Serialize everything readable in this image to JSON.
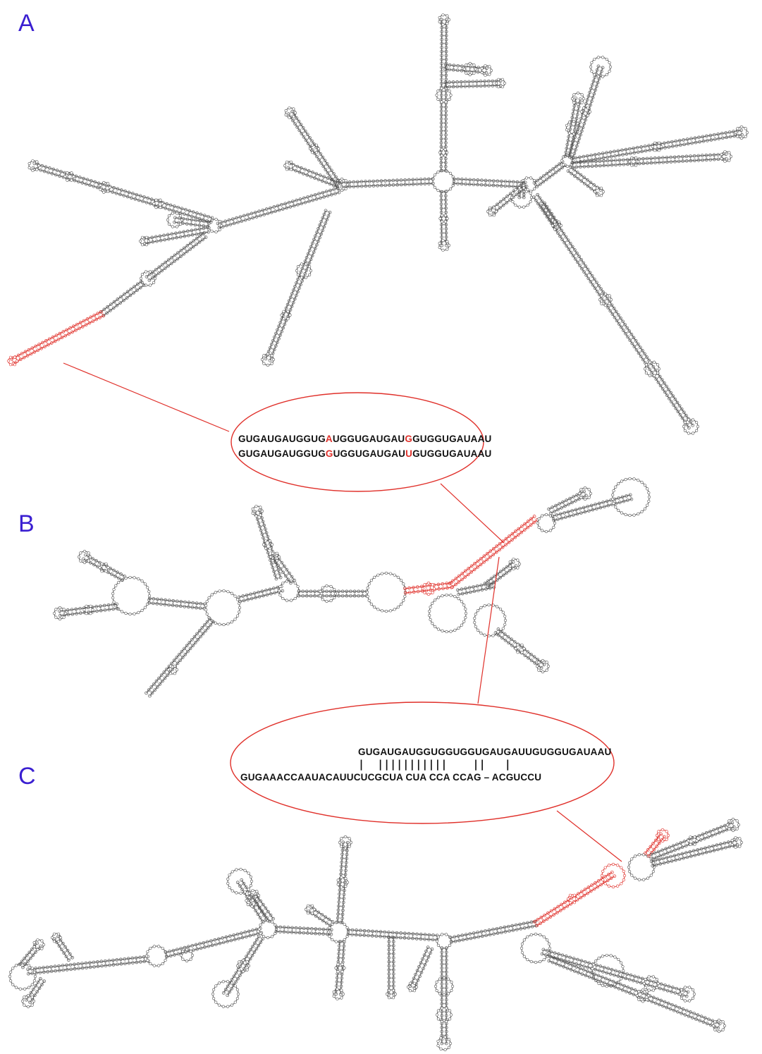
{
  "panels": {
    "a": "A",
    "b": "B",
    "c": "C"
  },
  "callout_1": {
    "line_1": [
      "GUGAUGAUGGUG",
      "A",
      "UGGUGAUGAU",
      "G",
      "GUGGUGAUAAU"
    ],
    "line_2": [
      "GUGAUGAUGGUG",
      "G",
      "UGGUGAUGAU",
      "U",
      "GUGGUGAUAAU"
    ]
  },
  "callout_2": {
    "top_strand": "GUGAUGAUGGUGGUGGUGAUGAUUGUGGUGAUAAU",
    "pairing": "|  |||||||||||    ||   |",
    "bottom_strand": "GUGAAACCAAUACAUUCUCGCUA CUA CCA CCAG – ACGUCCU"
  },
  "colors": {
    "panel_label": "#3a1fd1",
    "highlight": "#e0302a",
    "structure": "#555555",
    "text": "#111111"
  }
}
